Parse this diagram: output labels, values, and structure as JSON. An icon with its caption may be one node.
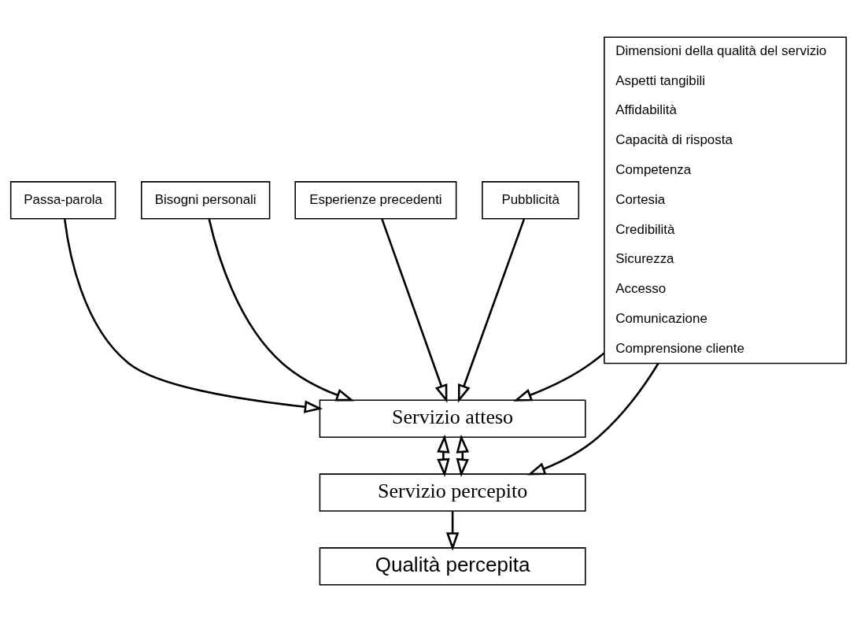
{
  "diagram": {
    "nodes": [
      {
        "text": [
          "Dimensioni della qualità del servizio",
          "Aspetti tangibili",
          "Affidabilità",
          "Capacità di risposta",
          "Competenza",
          "Cortesia",
          "Credibilità",
          "Sicurezza",
          "Accesso",
          "Comunicazione",
          "Comprensione cliente"
        ]
      },
      {
        "text": [
          "Passa-parola"
        ]
      },
      {
        "text": [
          "Bisogni personali"
        ]
      },
      {
        "text": [
          "Esperienze precedenti"
        ]
      },
      {
        "text": [
          "Pubblicità"
        ]
      },
      {
        "text": [
          "Servizio atteso"
        ]
      },
      {
        "text": [
          "Servizio percepito"
        ]
      },
      {
        "text": [
          "Qualità percepita"
        ]
      }
    ],
    "edges": [
      {
        "from": 1,
        "to": 5,
        "arrow": "to"
      },
      {
        "from": 2,
        "to": 5,
        "arrow": "to"
      },
      {
        "from": 3,
        "to": 5,
        "arrow": "to"
      },
      {
        "from": 4,
        "to": 5,
        "arrow": "to"
      },
      {
        "from": 0,
        "to": 5,
        "arrow": "to"
      },
      {
        "from": 5,
        "to": 6,
        "arrow": "both"
      },
      {
        "from": 5,
        "to": 6,
        "arrow": "both"
      },
      {
        "from": 0,
        "to": 6,
        "arrow": "to"
      },
      {
        "from": 6,
        "to": 7,
        "arrow": "to"
      }
    ]
  }
}
